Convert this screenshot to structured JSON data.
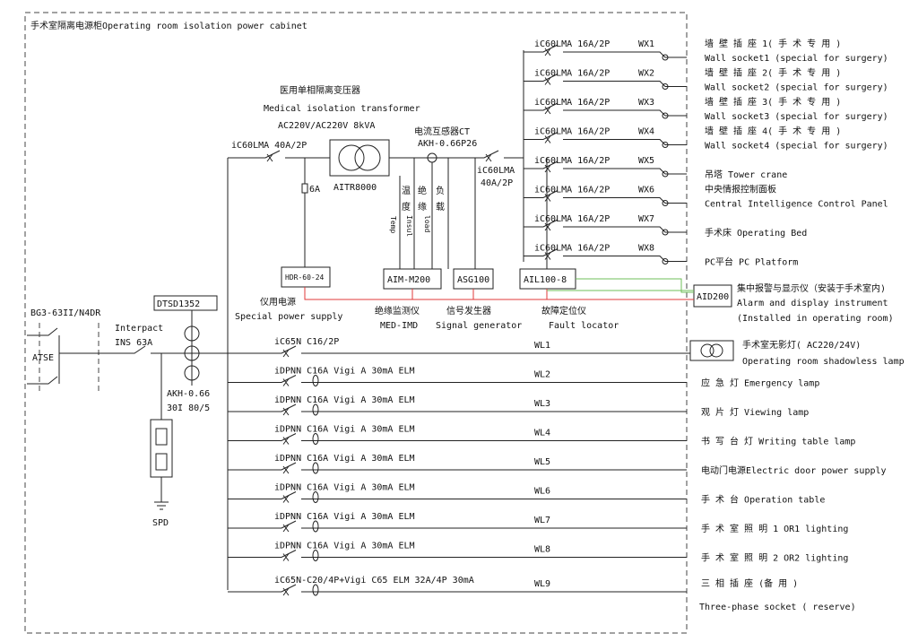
{
  "title": "手术室隔离电源柜Operating room isolation power cabinet",
  "transformer": {
    "name_cn": "医用单相隔离变压器",
    "name_en": "Medical isolation transformer",
    "rating": "AC220V/AC220V 8kVA",
    "model": "AITR8000"
  },
  "ct": {
    "name_cn": "电流互感器CT",
    "model": "AKH-0.66P26"
  },
  "main_breaker": "iC60LMA 40A/2P",
  "secondary_breaker": {
    "line1": "iC60LMA",
    "line2": "40A/2P"
  },
  "fuse": "6A",
  "sensor_labels": {
    "temp_cn": [
      "温",
      "度"
    ],
    "temp_en": "Temp",
    "insul_cn": [
      "绝",
      "缘"
    ],
    "insul_en": "Insul",
    "load_cn": [
      "负",
      "载"
    ],
    "load_en": "load"
  },
  "devices": {
    "hdr": "HDR-60-24",
    "aim": "AIM-M200",
    "asg": "ASG100",
    "ail": "AIL100-8",
    "aid": "AID200"
  },
  "device_labels": {
    "special_cn": "仪用电源",
    "special_en": "Special power supply",
    "med_cn": "绝缘监测仪",
    "med_en": "MED-IMD",
    "sig_cn": "信号发生器",
    "sig_en": "Signal generator",
    "fault_cn": "故障定位仪",
    "fault_en": "Fault locator",
    "alarm_cn": "集中报警与显示仪（安装于手术室内)",
    "alarm_en": "Alarm and display instrument",
    "alarm_note": "(Installed in operating room)"
  },
  "wx_breaker": "iC60LMA 16A/2P",
  "wx": [
    {
      "id": "WX1",
      "cn": "墙 壁 插 座 1( 手 术 专 用 )",
      "en": "Wall socket1 (special for surgery)"
    },
    {
      "id": "WX2",
      "cn": "墙 壁 插 座 2( 手 术 专 用 )",
      "en": "Wall socket2 (special for surgery)"
    },
    {
      "id": "WX3",
      "cn": "墙 壁 插 座 3( 手 术 专 用 )",
      "en": "Wall socket3 (special for surgery)"
    },
    {
      "id": "WX4",
      "cn": "墙 壁 插 座 4( 手 术 专 用 )",
      "en": "Wall socket4 (special for surgery)"
    },
    {
      "id": "WX5",
      "cn": "吊塔 Tower crane",
      "en": ""
    },
    {
      "id": "WX6",
      "cn": "中央情报控制面板",
      "en": "Central Intelligence Control Panel"
    },
    {
      "id": "WX7",
      "cn": "手术床 Operating Bed",
      "en": ""
    },
    {
      "id": "WX8",
      "cn": "PC平台  PC Platform",
      "en": ""
    }
  ],
  "incoming": {
    "bg": "BG3-63II/N4DR",
    "atse": "ATSE",
    "interpact": "Interpact",
    "ins": "INS 63A",
    "dtsd": "DTSD1352",
    "akh": "AKH-0.66",
    "ratio": "30I 80/5",
    "spd": "SPD"
  },
  "wl": [
    {
      "id": "WL1",
      "breaker": "iC65N C16/2P",
      "load": "手术室无影灯( AC220/24V)",
      "load2": "Operating room shadowless lamp"
    },
    {
      "id": "WL2",
      "breaker": "iDPNN C16A Vigi A 30mA ELM",
      "load": "应 急 灯  Emergency lamp",
      "load2": ""
    },
    {
      "id": "WL3",
      "breaker": "iDPNN C16A Vigi A 30mA ELM",
      "load": "观 片 灯  Viewing lamp",
      "load2": ""
    },
    {
      "id": "WL4",
      "breaker": "iDPNN C16A Vigi A 30mA ELM",
      "load": "书 写 台 灯  Writing table lamp",
      "load2": ""
    },
    {
      "id": "WL5",
      "breaker": "iDPNN C16A Vigi A 30mA ELM",
      "load": "电动门电源Electric door power supply",
      "load2": ""
    },
    {
      "id": "WL6",
      "breaker": "iDPNN C16A Vigi A 30mA ELM",
      "load": "手 术 台  Operation table",
      "load2": ""
    },
    {
      "id": "WL7",
      "breaker": "iDPNN C16A Vigi A 30mA ELM",
      "load": "手 术 室 照 明 1  OR1 lighting",
      "load2": ""
    },
    {
      "id": "WL8",
      "breaker": "iDPNN C16A Vigi A 30mA ELM",
      "load": "手 术 室 照 明 2  OR2 lighting",
      "load2": ""
    },
    {
      "id": "WL9",
      "breaker": "iC65N-C20/4P+Vigi C65 ELM 32A/4P 30mA",
      "load": "三 相 插 座 (备 用 )",
      "load2": "Three-phase socket ( reserve)"
    }
  ]
}
